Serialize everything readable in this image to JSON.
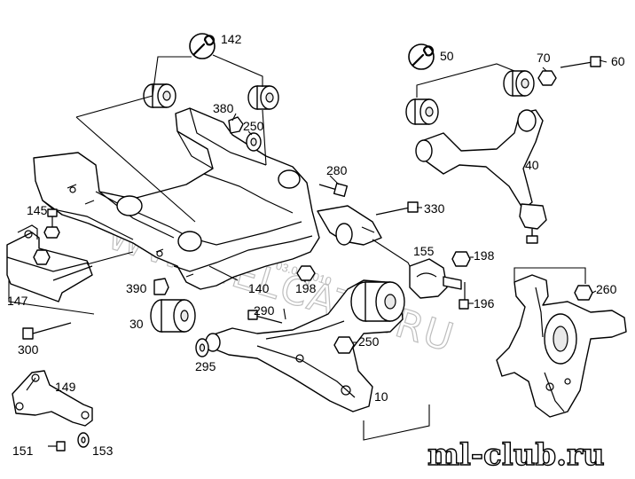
{
  "diagram": {
    "callouts": [
      {
        "id": "142",
        "label": "142"
      },
      {
        "id": "50",
        "label": "50"
      },
      {
        "id": "70",
        "label": "70"
      },
      {
        "id": "60",
        "label": "60"
      },
      {
        "id": "380",
        "label": "380"
      },
      {
        "id": "250a",
        "label": "250"
      },
      {
        "id": "40",
        "label": "40"
      },
      {
        "id": "280",
        "label": "280"
      },
      {
        "id": "330",
        "label": "330"
      },
      {
        "id": "145",
        "label": "145"
      },
      {
        "id": "155",
        "label": "155"
      },
      {
        "id": "198a",
        "label": "198"
      },
      {
        "id": "198b",
        "label": "198"
      },
      {
        "id": "147",
        "label": "147"
      },
      {
        "id": "390",
        "label": "390"
      },
      {
        "id": "140",
        "label": "140"
      },
      {
        "id": "260",
        "label": "260"
      },
      {
        "id": "196",
        "label": "196"
      },
      {
        "id": "30",
        "label": "30"
      },
      {
        "id": "290",
        "label": "290"
      },
      {
        "id": "250b",
        "label": "250"
      },
      {
        "id": "300",
        "label": "300"
      },
      {
        "id": "295",
        "label": "295"
      },
      {
        "id": "10",
        "label": "10"
      },
      {
        "id": "149",
        "label": "149"
      },
      {
        "id": "151",
        "label": "151"
      },
      {
        "id": "153",
        "label": "153"
      }
    ]
  },
  "watermark": {
    "site": "WWW.ELCATS.RU",
    "date": "03.09.2010"
  },
  "brand": {
    "logo_text": "ml-club.ru"
  },
  "icons": {
    "wrench": "wrench-icon"
  }
}
